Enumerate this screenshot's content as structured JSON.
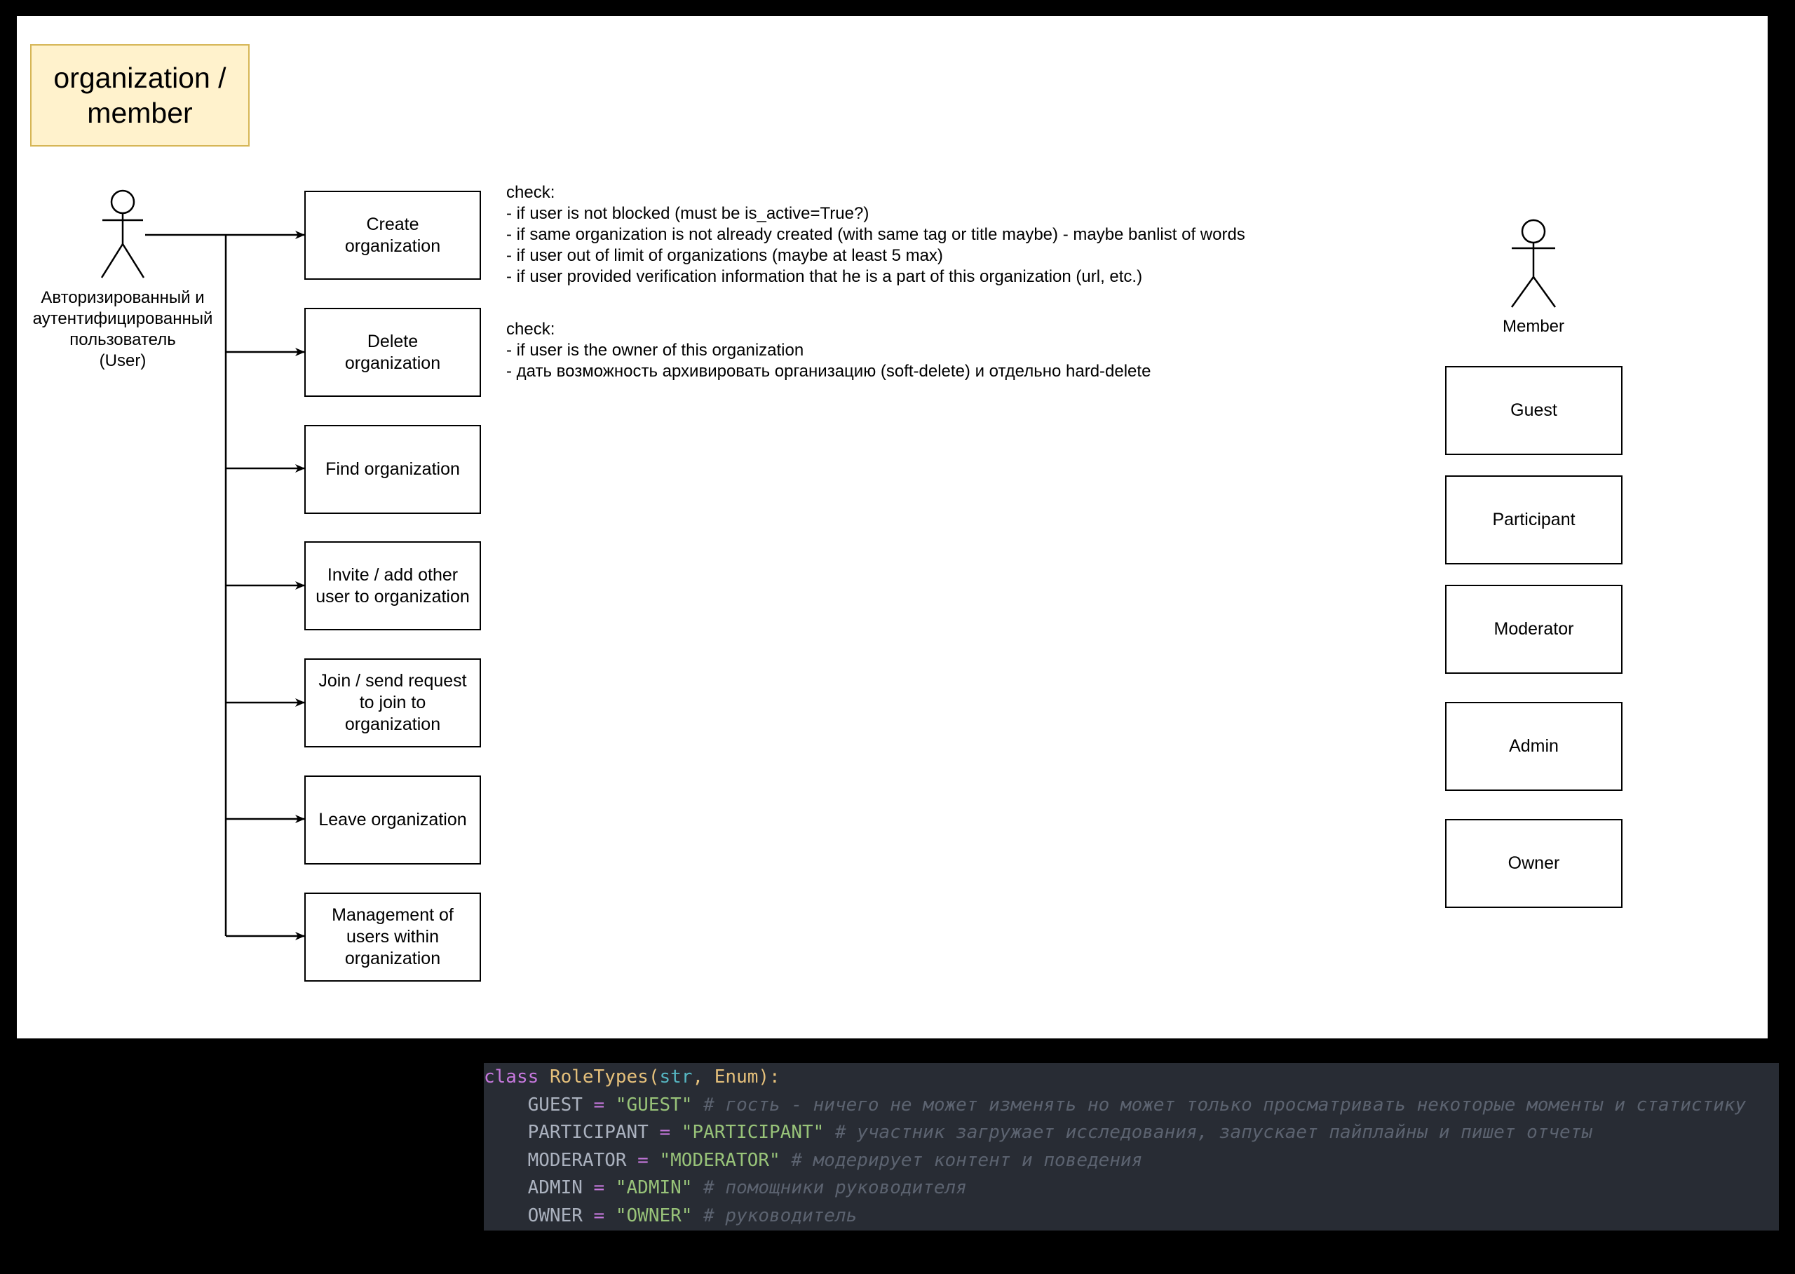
{
  "title": "organization /\nmember",
  "actors": {
    "user": {
      "label": "Авторизированный и\nаутентифицированный\nпользователь\n(User)"
    },
    "member": {
      "label": "Member"
    }
  },
  "use_cases": [
    "Create\norganization",
    "Delete\norganization",
    "Find organization",
    "Invite / add other\nuser to organization",
    "Join / send request\nto join to\norganization",
    "Leave organization",
    "Management of\nusers within\norganization"
  ],
  "notes": {
    "create": [
      "check:",
      "- if user is not blocked (must be is_active=True?)",
      "- if same organization is not already created (with same tag or title maybe) - maybe banlist of words",
      "- if user out of limit of organizations (maybe at least 5 max)",
      "- if user provided verification information that he is a part of this organization (url, etc.)"
    ],
    "delete": [
      "check:",
      "- if user is the owner of this organization",
      "- дать возможность архивировать организацию (soft-delete) и отдельно hard-delete"
    ]
  },
  "roles": [
    "Guest",
    "Participant",
    "Moderator",
    "Admin",
    "Owner"
  ],
  "code": {
    "header": {
      "keyword": "class",
      "name": "RoleTypes",
      "bases_open": "(",
      "base1": "str",
      "sep": ", ",
      "base2": "Enum",
      "bases_close": "):"
    },
    "lines": [
      {
        "name": "GUEST",
        "value": "\"GUEST\"",
        "comment": "# гость - ничего не может изменять но может только просматривать некоторые моменты и статистику"
      },
      {
        "name": "PARTICIPANT",
        "value": "\"PARTICIPANT\"",
        "comment": "# участник загружает исследования, запускает пайплайны и пишет отчеты"
      },
      {
        "name": "MODERATOR",
        "value": "\"MODERATOR\"",
        "comment": "# модерирует контент и поведения"
      },
      {
        "name": "ADMIN",
        "value": "\"ADMIN\"",
        "comment": "# помощники руководителя"
      },
      {
        "name": "OWNER",
        "value": "\"OWNER\"",
        "comment": "# руководитель"
      }
    ],
    "assign": " = ",
    "indent": "    "
  },
  "colors": {
    "note_fill": "#fff2cc",
    "note_border": "#d6b656",
    "code_bg": "#282c34"
  }
}
